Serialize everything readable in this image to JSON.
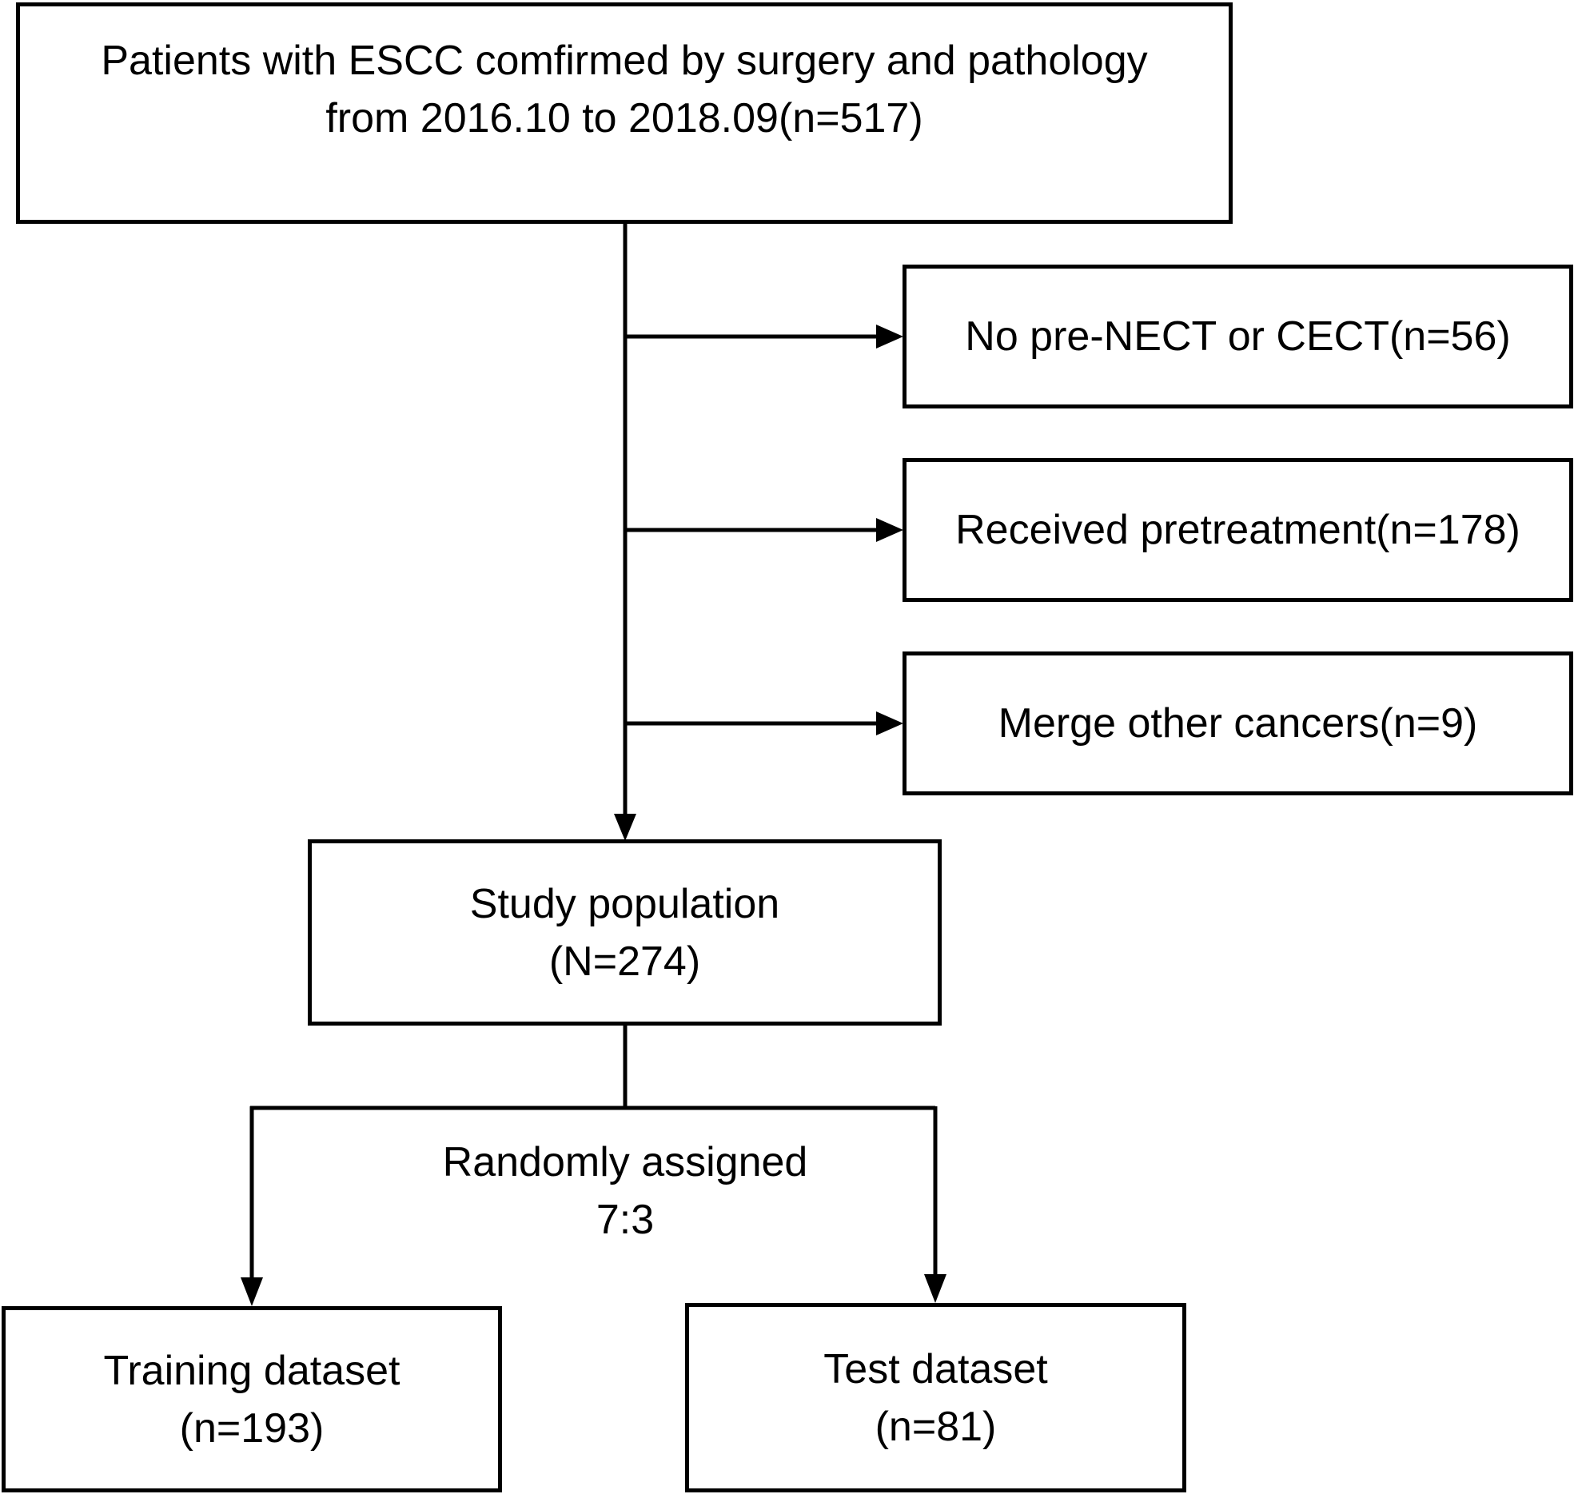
{
  "nodes": {
    "source": {
      "line1": "Patients with ESCC comfirmed by surgery and pathology",
      "line2": "from 2016.10 to 2018.09(n=517)"
    },
    "exclusion_1": {
      "text": "No pre-NECT or CECT(n=56)"
    },
    "exclusion_2": {
      "text": "Received pretreatment(n=178)"
    },
    "exclusion_3": {
      "text": "Merge other cancers(n=9)"
    },
    "study_population": {
      "line1": "Study population",
      "line2": "(N=274)"
    },
    "training": {
      "line1": "Training dataset",
      "line2": "(n=193)"
    },
    "test": {
      "line1": "Test dataset",
      "line2": "(n=81)"
    }
  },
  "split_label": {
    "line1": "Randomly assigned",
    "line2": "7:3"
  },
  "colors": {
    "stroke": "#000000",
    "background": "#ffffff"
  }
}
